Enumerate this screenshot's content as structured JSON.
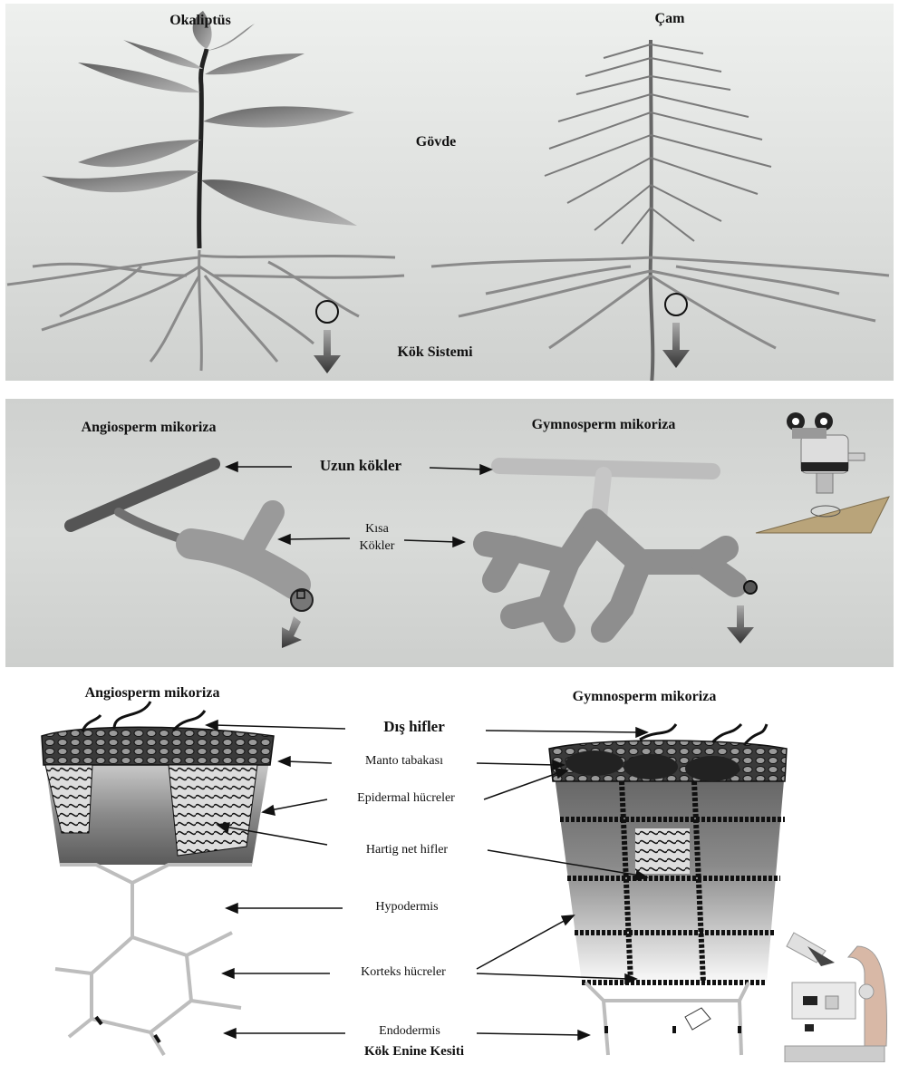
{
  "panel_top": {
    "eucalyptus_title": "Okaliptüs",
    "pine_title": "Çam",
    "stem_label": "Gövde",
    "root_system_label": "Kök Sistemi"
  },
  "panel_middle": {
    "angiosperm_title": "Angiosperm mikoriza",
    "gymnosperm_title": "Gymnosperm mikoriza",
    "long_roots_label": "Uzun kökler",
    "short_roots_label_line1": "Kısa",
    "short_roots_label_line2": "Kökler"
  },
  "panel_bottom": {
    "angiosperm_title": "Angiosperm mikoriza",
    "gymnosperm_title": "Gymnosperm mikoriza",
    "outer_hyphae": "Dış hifler",
    "mantle_layer": "Manto tabakası",
    "epidermal_cells": "Epidermal hücreler",
    "hartig_net": "Hartig net hifler",
    "hypodermis": "Hypodermis",
    "cortex_cells": "Korteks hücreler",
    "endodermis": "Endodermis",
    "caption": "Kök Enine Kesiti"
  },
  "colors": {
    "root": "#8a8a8a",
    "leaf": "#7d7d7d",
    "stem": "#222222",
    "arrow": "#555555"
  }
}
